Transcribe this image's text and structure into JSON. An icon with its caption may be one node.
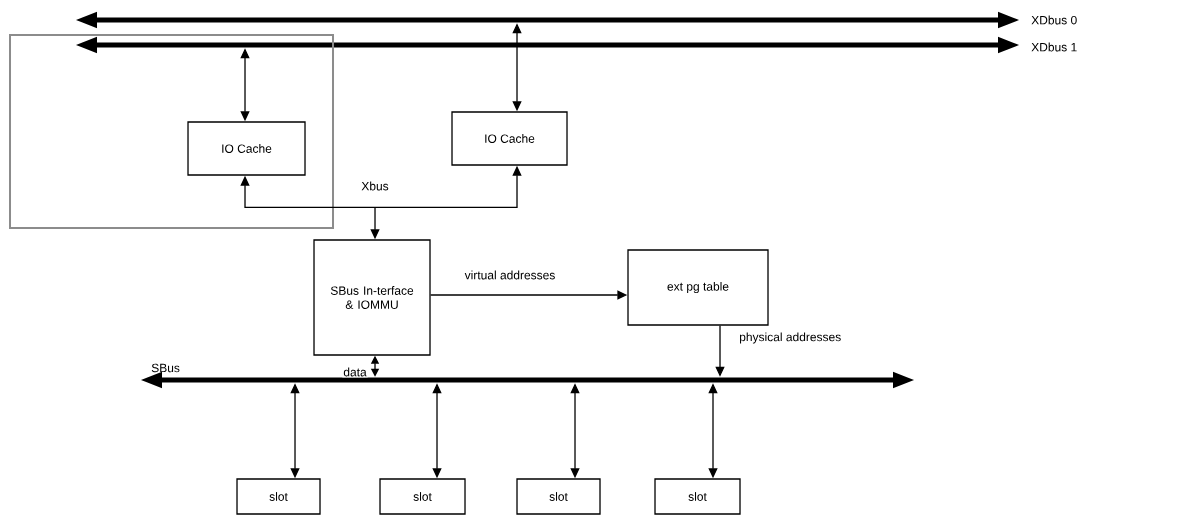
{
  "diagram": {
    "nodes": [
      {
        "text": [],
        "shape": "bar",
        "beside": [
          "XDbus 0"
        ]
      },
      {
        "text": [],
        "shape": "bar",
        "beside": [
          "XDbus 1"
        ]
      },
      {
        "text": [],
        "shape": "box"
      },
      {
        "text": [
          "IO Cache"
        ],
        "in": 2
      },
      {
        "text": [
          "IO Cache"
        ]
      },
      {
        "text": [
          "SBus In-terface & IOMMU"
        ]
      },
      {
        "text": [
          "ext pg table"
        ]
      },
      {
        "text": [],
        "shape": "bar",
        "beside": [
          "SBus"
        ]
      },
      {
        "text": [
          "slot"
        ]
      },
      {
        "text": [
          "slot"
        ]
      },
      {
        "text": [
          "slot"
        ]
      },
      {
        "text": [
          "slot"
        ]
      }
    ],
    "edges": [
      {
        "from": 3,
        "to": 1,
        "arrow": "both"
      },
      {
        "from": 4,
        "to": 0,
        "arrow": "both"
      },
      {
        "from": 3,
        "to": 5,
        "arrow": "both",
        "label": "Xbus"
      },
      {
        "from": 4,
        "to": 5,
        "arrow": "both"
      },
      {
        "from": 5,
        "to": 6,
        "arrow": "to",
        "label": "virtual addresses"
      },
      {
        "from": 6,
        "to": 7,
        "arrow": "to",
        "label": "physical addresses"
      },
      {
        "from": 5,
        "to": 7,
        "arrow": "both",
        "label": "data"
      },
      {
        "from": 7,
        "to": 8,
        "arrow": "both"
      },
      {
        "from": 7,
        "to": 9,
        "arrow": "both"
      },
      {
        "from": 7,
        "to": 10,
        "arrow": "both"
      },
      {
        "from": 7,
        "to": 11,
        "arrow": "both"
      }
    ]
  }
}
